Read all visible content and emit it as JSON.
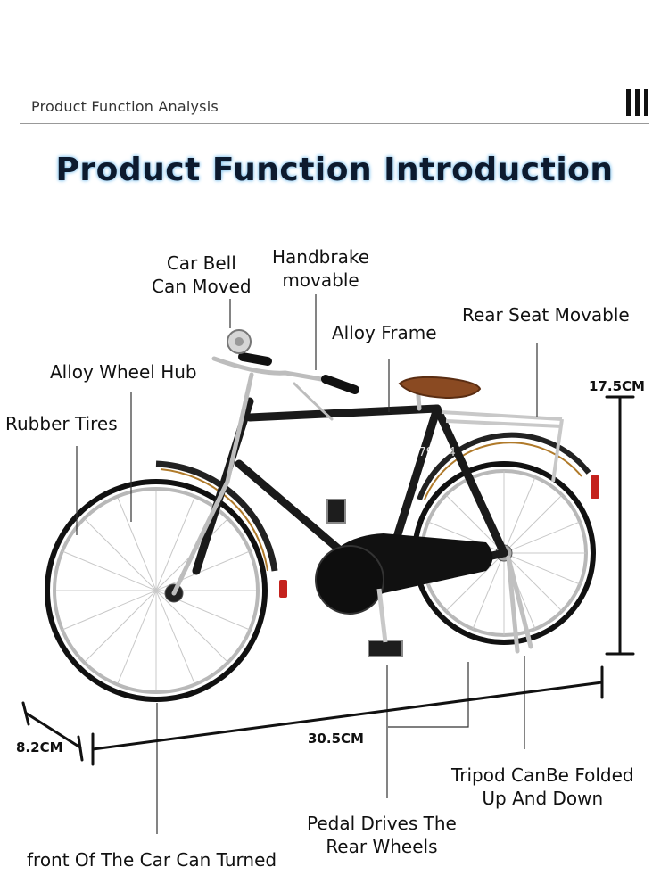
{
  "header": {
    "section_label": "Product Function Analysis"
  },
  "title": "Product Function Introduction",
  "labels": {
    "car_bell": "Car Bell\nCan Moved",
    "handbrake": "Handbrake\nmovable",
    "alloy_frame": "Alloy Frame",
    "rear_seat": "Rear Seat Movable",
    "alloy_wheel_hub": "Alloy Wheel Hub",
    "rubber_tires": "Rubber Tires",
    "tripod": "Tripod CanBe Folded\nUp And Down",
    "pedal": "Pedal Drives The\nRear Wheels",
    "front": "front Of The Car Can Turned"
  },
  "dimensions": {
    "height": "17.5CM",
    "width": "8.2CM",
    "length": "30.5CM"
  },
  "watermark": "Store No.1103279054"
}
